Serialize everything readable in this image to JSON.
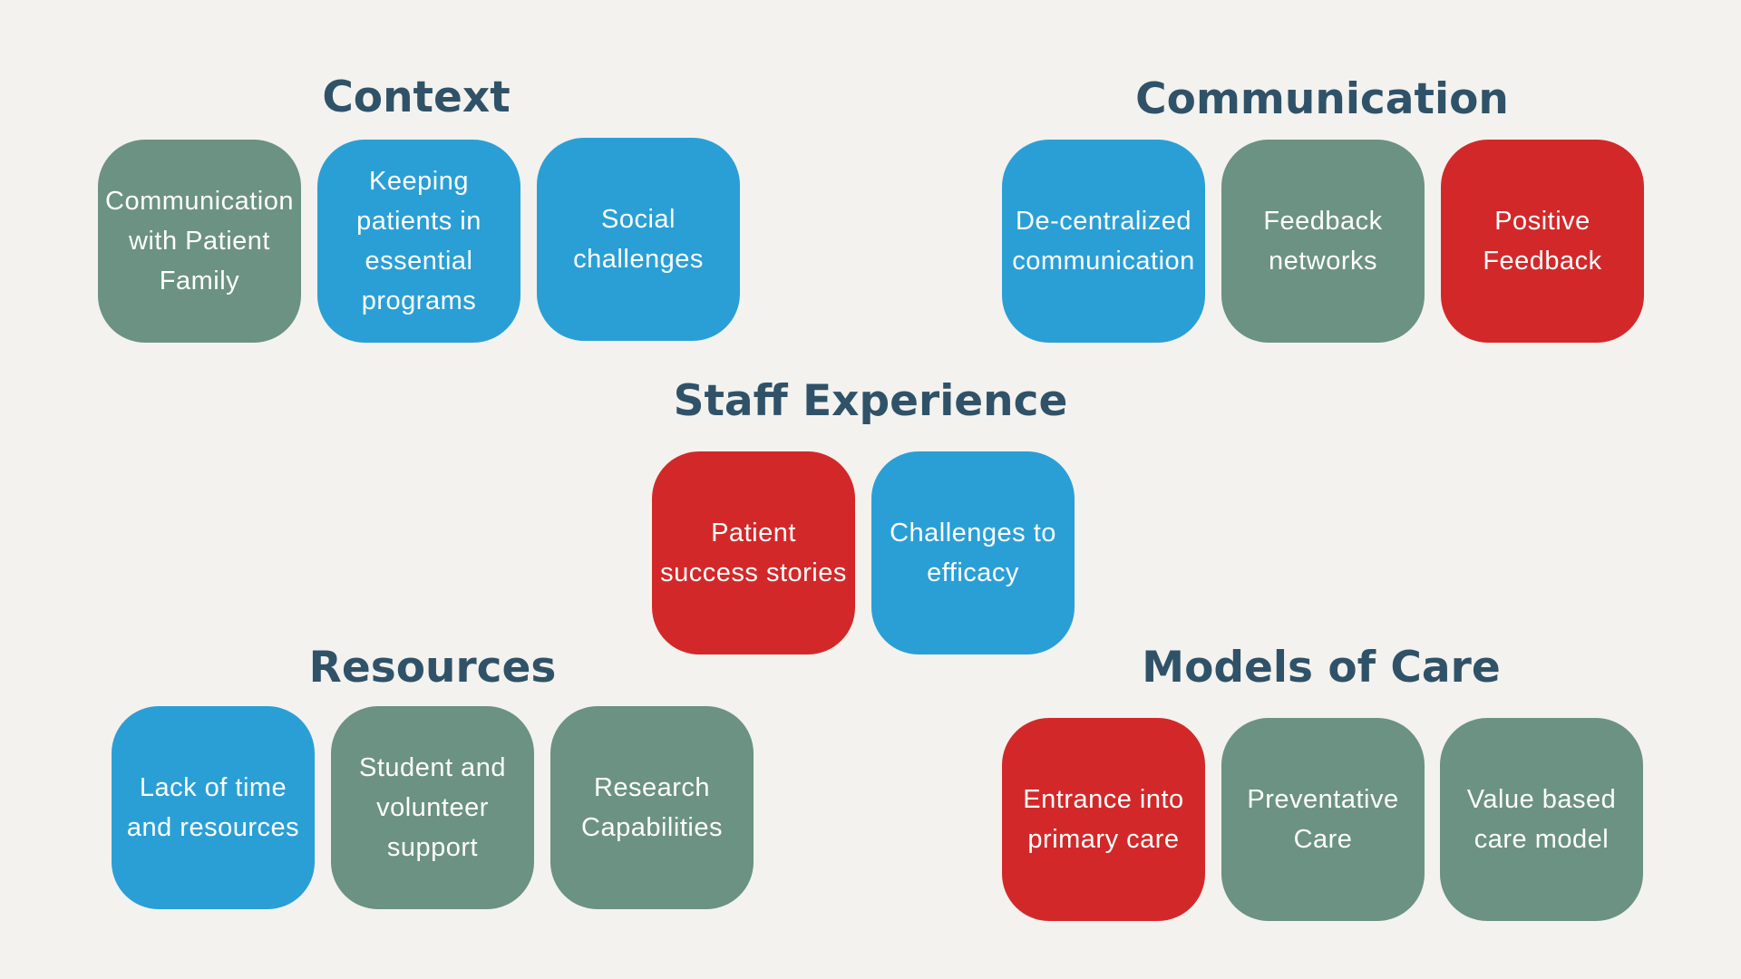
{
  "colors": {
    "background": "#f3f2ee",
    "heading": "#2f5268",
    "blue": "#2a9fd6",
    "green": "#6b9282",
    "red": "#d32829",
    "tile_text": "#ffffff"
  },
  "groups": {
    "context": {
      "title": "Context",
      "tiles": [
        {
          "label": "Communication with Patient Family",
          "color": "green"
        },
        {
          "label": "Keeping patients in essential programs",
          "color": "blue"
        },
        {
          "label": "Social challenges",
          "color": "blue"
        }
      ]
    },
    "communication": {
      "title": "Communication",
      "tiles": [
        {
          "label": "De-centralized communication",
          "color": "blue"
        },
        {
          "label": "Feedback networks",
          "color": "green"
        },
        {
          "label": "Positive Feedback",
          "color": "red"
        }
      ]
    },
    "staff_experience": {
      "title": "Staff Experience",
      "tiles": [
        {
          "label": "Patient success stories",
          "color": "red"
        },
        {
          "label": "Challenges to efficacy",
          "color": "blue"
        }
      ]
    },
    "resources": {
      "title": "Resources",
      "tiles": [
        {
          "label": "Lack of time and resources",
          "color": "blue"
        },
        {
          "label": "Student and volunteer support",
          "color": "green"
        },
        {
          "label": "Research Capabilities",
          "color": "green"
        }
      ]
    },
    "models_of_care": {
      "title": "Models of Care",
      "tiles": [
        {
          "label": "Entrance into primary care",
          "color": "red"
        },
        {
          "label": "Preventative Care",
          "color": "green"
        },
        {
          "label": "Value based care model",
          "color": "green"
        }
      ]
    }
  }
}
